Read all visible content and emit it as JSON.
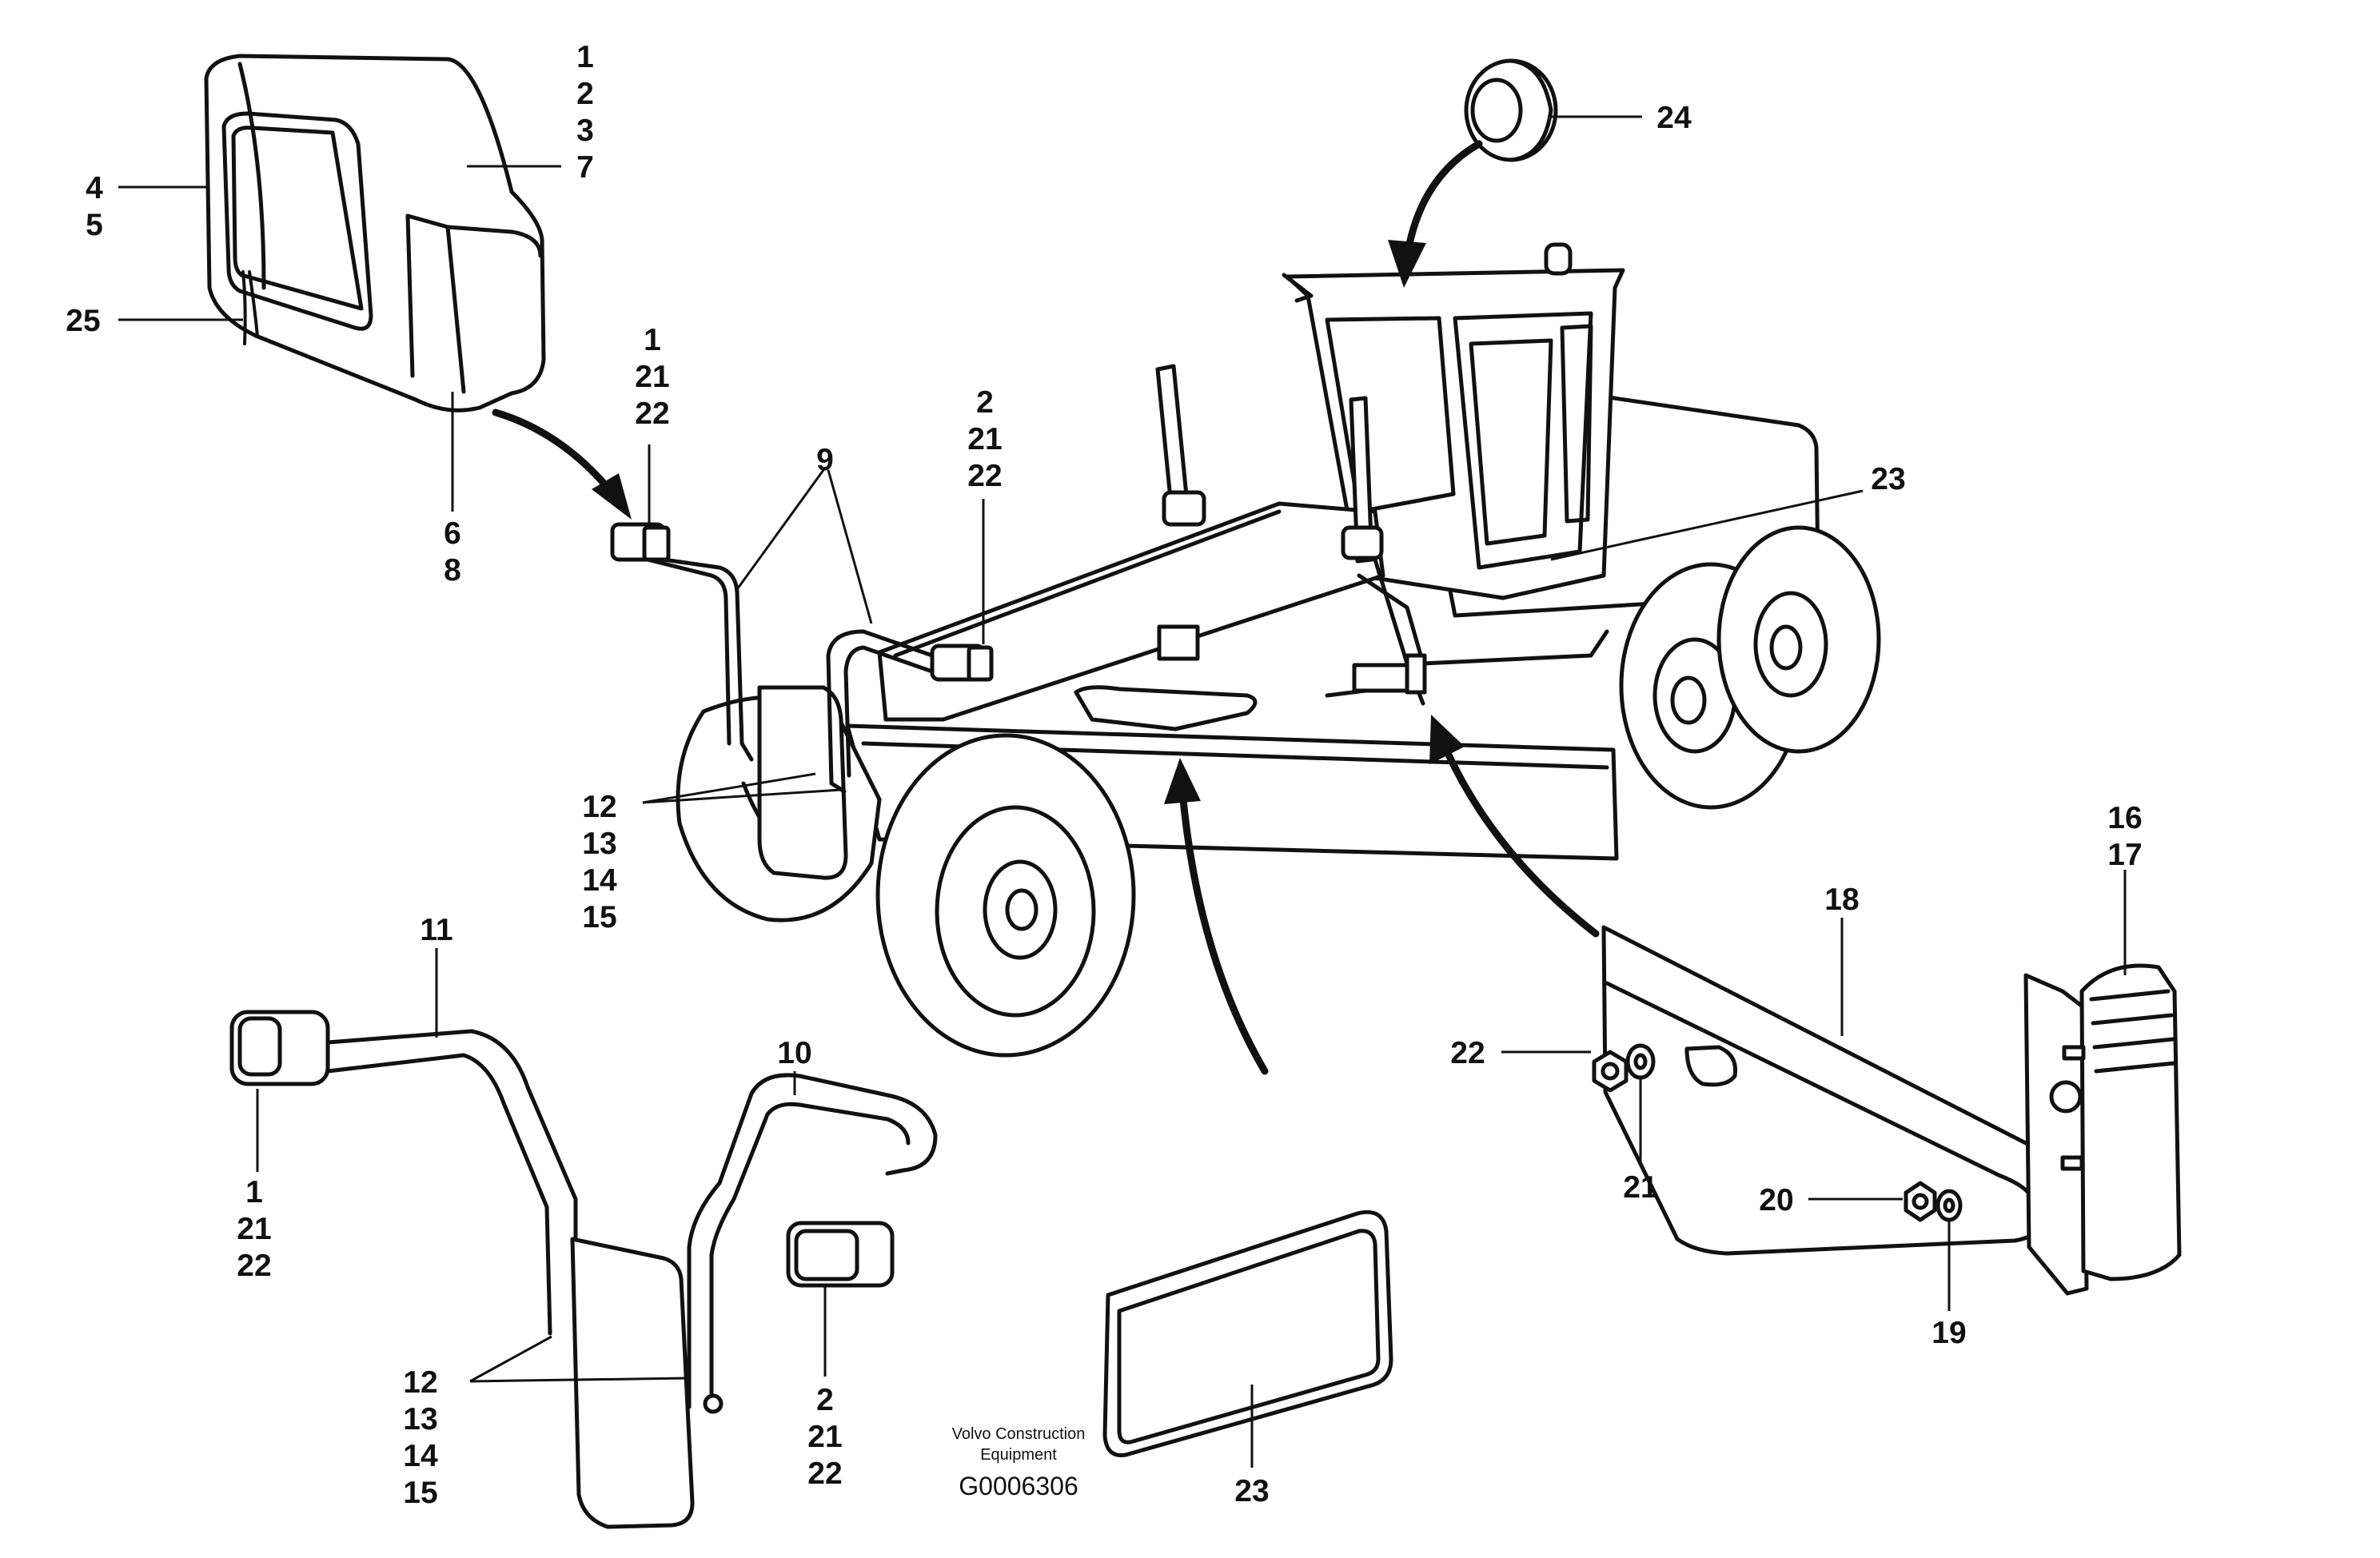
{
  "diagram": {
    "callouts": {
      "c1": [
        "1",
        "2",
        "3",
        "7"
      ],
      "c2": [
        "4",
        "5"
      ],
      "c3": "25",
      "c4": [
        "6",
        "8"
      ],
      "c5": [
        "1",
        "21",
        "22"
      ],
      "c6": "9",
      "c7": [
        "2",
        "21",
        "22"
      ],
      "c8": "24",
      "c9": "23",
      "c10": [
        "12",
        "13",
        "14",
        "15"
      ],
      "c11": [
        "16",
        "17"
      ],
      "c12": "18",
      "c13": "11",
      "c14": "10",
      "c15": [
        "1",
        "21",
        "22"
      ],
      "c16": [
        "12",
        "13",
        "14",
        "15"
      ],
      "c17": [
        "2",
        "21",
        "22"
      ],
      "c18": "23",
      "c19": "22",
      "c20": "21",
      "c21": "20",
      "c22": "19"
    },
    "caption": {
      "line1": "Volvo Construction",
      "line2": "Equipment",
      "code": "G0006306"
    }
  }
}
